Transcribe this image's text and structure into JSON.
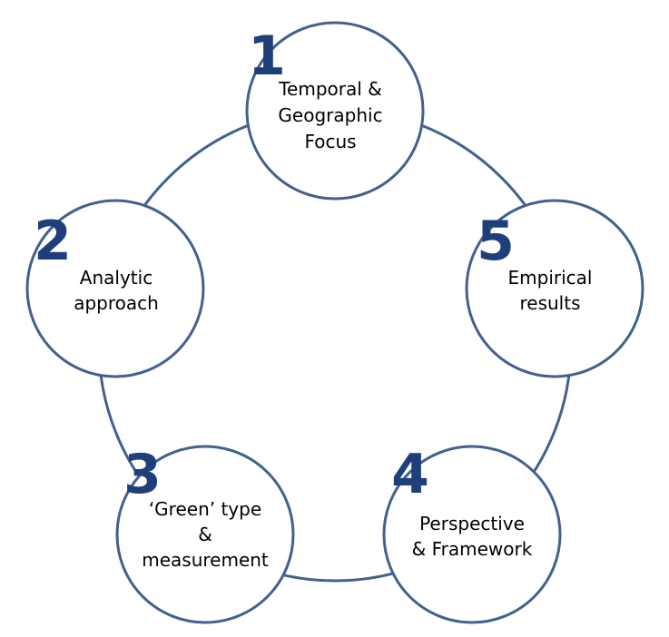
{
  "colors": {
    "stroke": "#42618e",
    "number": "#1f3f7a",
    "text": "#000000"
  },
  "nodes": [
    {
      "id": "temporal-geographic-focus",
      "number": "1",
      "lines": [
        "Temporal  &",
        "Geographic",
        "Focus"
      ]
    },
    {
      "id": "analytic-approach",
      "number": "2",
      "lines": [
        "Analytic",
        "approach"
      ]
    },
    {
      "id": "green-type-measurement",
      "number": "3",
      "lines": [
        "‘Green’ type",
        "&",
        "measurement"
      ]
    },
    {
      "id": "perspective-framework",
      "number": "4",
      "lines": [
        "Perspective",
        "& Framework"
      ]
    },
    {
      "id": "empirical-results",
      "number": "5",
      "lines": [
        "Empirical",
        "results"
      ]
    }
  ]
}
